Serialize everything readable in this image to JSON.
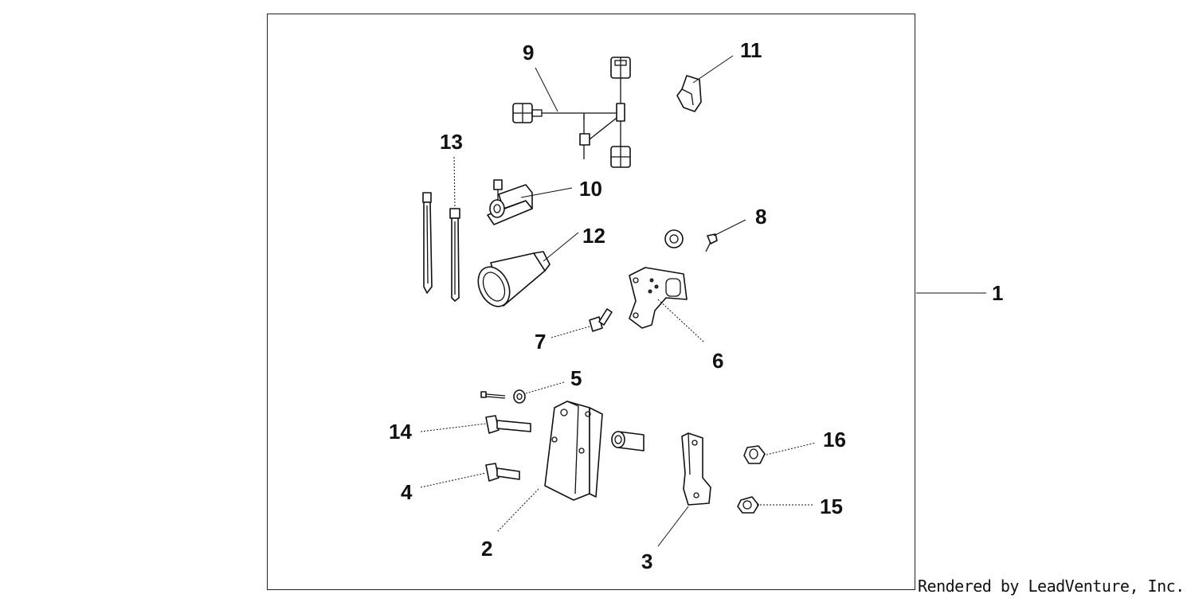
{
  "callouts": {
    "c1": "1",
    "c2": "2",
    "c3": "3",
    "c4": "4",
    "c5": "5",
    "c6": "6",
    "c7": "7",
    "c8": "8",
    "c9": "9",
    "c10": "10",
    "c11": "11",
    "c12": "12",
    "c13": "13",
    "c14": "14",
    "c15": "15",
    "c16": "16"
  },
  "credit": "Rendered by LeadVenture, Inc."
}
